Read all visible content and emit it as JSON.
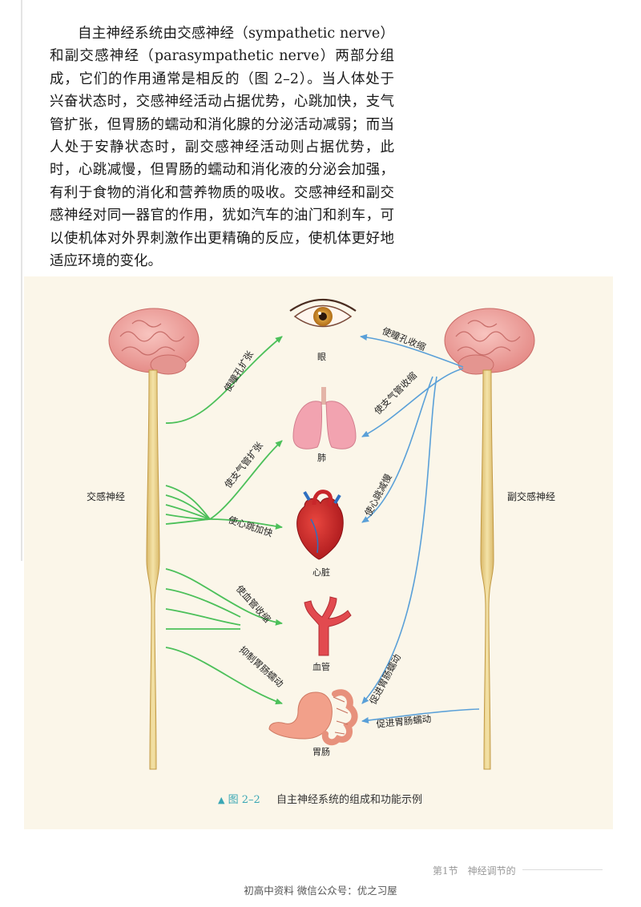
{
  "paragraph": "自主神经系统由交感神经（sympathetic nerve）和副交感神经（parasympathetic nerve）两部分组成，它们的作用通常是相反的（图 2–2）。当人体处于兴奋状态时，交感神经活动占据优势，心跳加快，支气管扩张，但胃肠的蠕动和消化腺的分泌活动减弱；而当人处于安静状态时，副交感神经活动则占据优势，此时，心跳减慢，但胃肠的蠕动和消化液的分泌会加强，有利于食物的消化和营养物质的吸收。交感神经和副交感神经对同一器官的作用，犹如汽车的油门和刹车，可以使机体对外界刺激作出更精确的反应，使机体更好地适应环境的变化。",
  "figure": {
    "left_label": "交感神经",
    "right_label": "副交感神经",
    "organs": {
      "eye": "眼",
      "lung": "肺",
      "heart": "心脏",
      "vessel": "血管",
      "gut": "胃肠"
    },
    "sympathetic_effects": {
      "eye": "使瞳孔扩张",
      "lung": "使支气管扩张",
      "heart": "使心跳加快",
      "vessel": "使血管收缩",
      "gut": "抑制胃肠蠕动"
    },
    "parasympathetic_effects": {
      "eye": "使瞳孔收缩",
      "lung": "使支气管收缩",
      "heart": "使心跳减慢",
      "gut_1": "促进胃肠蠕动",
      "gut_2": "促进胃肠蠕动"
    },
    "caption_number": "图 2–2",
    "caption_text": "自主神经系统的组成和功能示例"
  },
  "footer": {
    "section": "第1节　神经调节的",
    "watermark": "初高中资料 微信公众号：优之习屋"
  },
  "colors": {
    "sympathetic": "#4cc05a",
    "parasympathetic": "#5aa0d8",
    "brain": "#f0a5a0",
    "spine": "#e9d08a",
    "figure_bg": "#fbf6e9"
  }
}
